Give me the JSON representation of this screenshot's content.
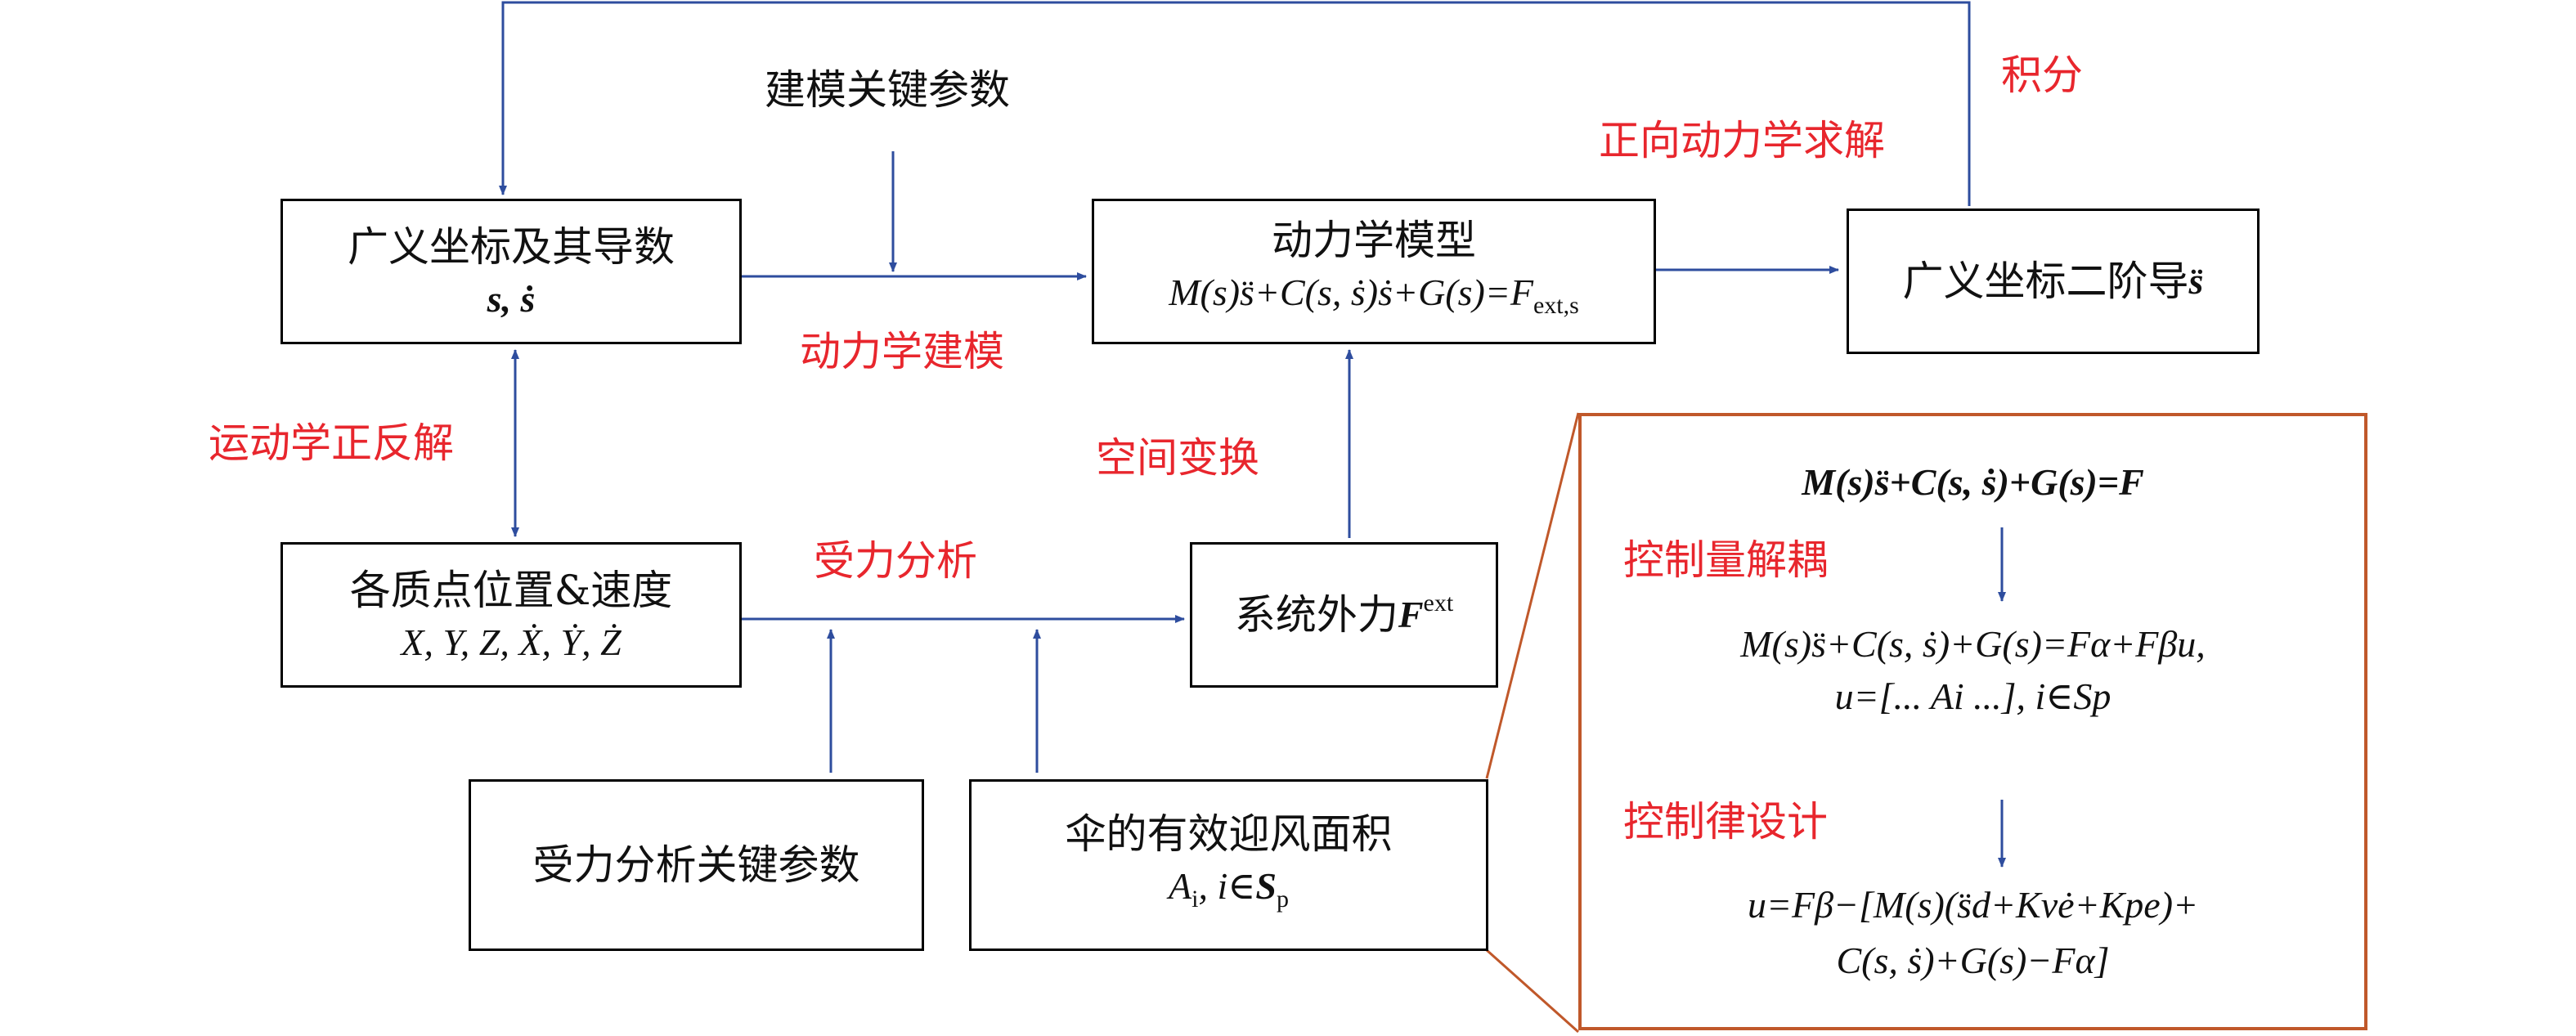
{
  "colors": {
    "arrow": "#2e4d9e",
    "red_label": "#e8262d",
    "panel_border": "#c0582a"
  },
  "labels": {
    "modeling_params": "建模关键参数",
    "integral": "积分",
    "forward_solve": "正向动力学求解",
    "dyn_modeling": "动力学建模",
    "kin_fwd_inv": "运动学正反解",
    "space_transform": "空间变换",
    "force_analysis": "受力分析"
  },
  "boxes": {
    "gen_coord": {
      "title": "广义坐标及其导数",
      "eq": "s, ṡ"
    },
    "dyn_model": {
      "title": "动力学模型",
      "eq": "M(s)s̈+C(s, ṡ)ṡ+G(s)=F",
      "eq_sub": "ext,s"
    },
    "second_deriv": {
      "title": "广义坐标二阶导",
      "sym": "s̈"
    },
    "mass_points": {
      "title": "各质点位置&速度",
      "eq": "X, Y, Z, Ẋ, Ẏ, Ż"
    },
    "ext_force": {
      "title": "系统外力",
      "sym": "F",
      "sub": "ext"
    },
    "force_params": {
      "title": "受力分析关键参数"
    },
    "canopy_area": {
      "title": "伞的有效迎风面积",
      "eq_a": "A",
      "eq_a_sub": "i",
      "eq_rest": ", i∈",
      "eq_s": "S",
      "eq_s_sub": "p"
    }
  },
  "control_panel": {
    "eq1": "M(s)s̈+C(s, ṡ)+G(s)=F",
    "decouple_label": "控制量解耦",
    "eq2_line1": "M(s)s̈+C(s, ṡ)+G(s)=Fα+Fβu,",
    "eq2_line2": "u=[...  Ai  ...], i∈Sp",
    "law_label": "控制律设计",
    "eq3_line1": "u=Fβ−[M(s)(s̈d+Kvė+Kpe)+",
    "eq3_line2": "C(s, ṡ)+G(s)−Fα]"
  }
}
